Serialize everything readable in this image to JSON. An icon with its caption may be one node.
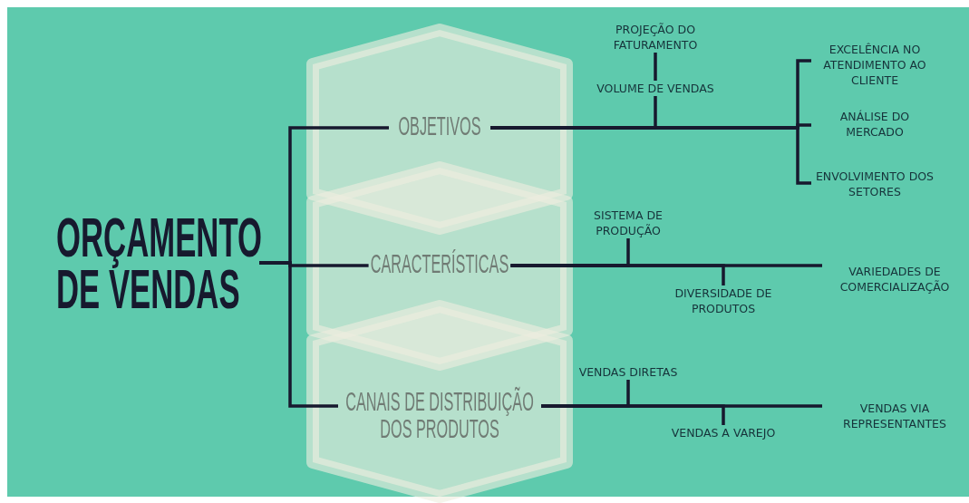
{
  "diagram": {
    "nodes": [
      {
        "text": [
          "ORÇAMENTO DE VENDAS"
        ]
      },
      {
        "text": [
          "OBJETIVOS"
        ]
      },
      {
        "text": [
          "CARACTERÍSTICAS"
        ]
      },
      {
        "text": [
          "CANAIS DE DISTRIBUIÇÃO DOS PRODUTOS"
        ]
      },
      {
        "text": [
          "PROJEÇÃO DO FATURAMENTO"
        ]
      },
      {
        "text": [
          "VOLUME DE VENDAS"
        ]
      },
      {
        "text": [
          "EXCELÊNCIA NO ATENDIMENTO AO CLIENTE"
        ]
      },
      {
        "text": [
          "ANÁLISE DO MERCADO"
        ]
      },
      {
        "text": [
          "ENVOLVIMENTO DOS SETORES"
        ]
      },
      {
        "text": [
          "SISTEMA DE PRODUÇÃO"
        ]
      },
      {
        "text": [
          "DIVERSIDADE DE PRODUTOS"
        ]
      },
      {
        "text": [
          "VARIEDADES DE COMERCIALIZAÇÃO"
        ]
      },
      {
        "text": [
          "VENDAS DIRETAS"
        ]
      },
      {
        "text": [
          "VENDAS A VAREJO"
        ]
      },
      {
        "text": [
          "VENDAS VIA REPRESENTANTES"
        ]
      }
    ],
    "edges": [
      {
        "from": 0,
        "to": 1,
        "arrow": "none"
      },
      {
        "from": 0,
        "to": 2,
        "arrow": "none"
      },
      {
        "from": 0,
        "to": 3,
        "arrow": "none"
      },
      {
        "from": 1,
        "to": 5,
        "arrow": "none"
      },
      {
        "from": 5,
        "to": 4,
        "arrow": "none"
      },
      {
        "from": 1,
        "to": 6,
        "arrow": "none"
      },
      {
        "from": 1,
        "to": 7,
        "arrow": "none"
      },
      {
        "from": 1,
        "to": 8,
        "arrow": "none"
      },
      {
        "from": 2,
        "to": 9,
        "arrow": "none"
      },
      {
        "from": 2,
        "to": 10,
        "arrow": "none"
      },
      {
        "from": 2,
        "to": 11,
        "arrow": "none"
      },
      {
        "from": 3,
        "to": 12,
        "arrow": "none"
      },
      {
        "from": 3,
        "to": 13,
        "arrow": "none"
      },
      {
        "from": 3,
        "to": 14,
        "arrow": "none"
      }
    ]
  }
}
